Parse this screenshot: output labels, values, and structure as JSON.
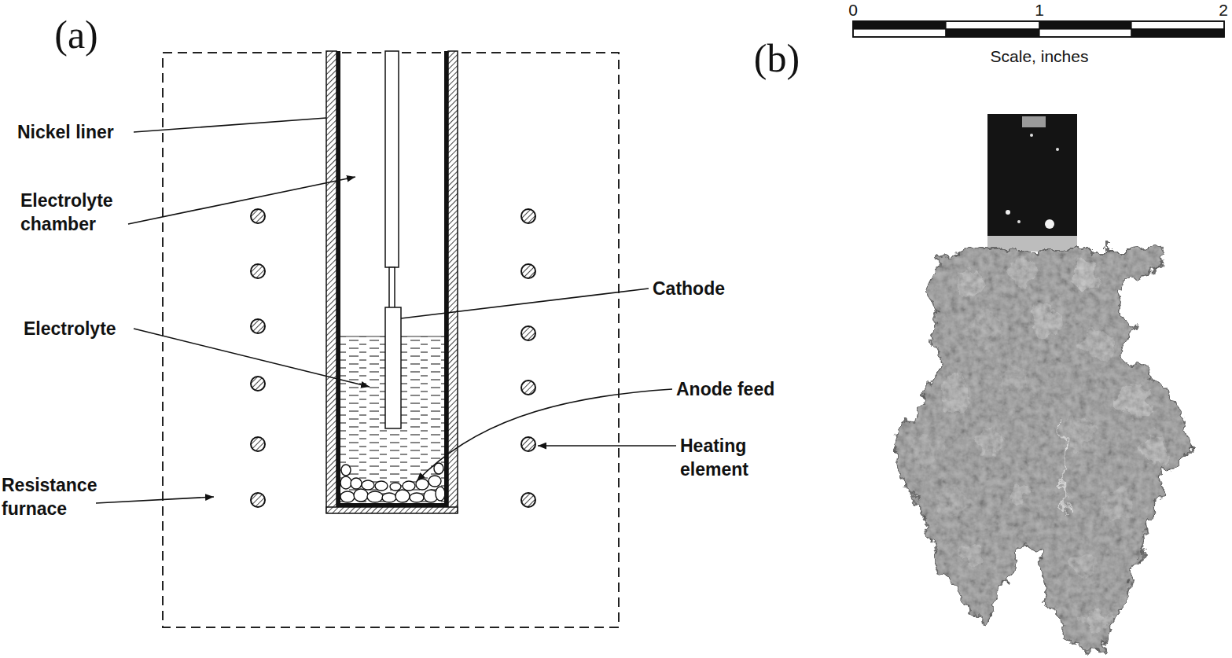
{
  "diagram": {
    "labels": [
      "(a)",
      "Nickel liner",
      "Electrolyte chamber",
      "Cathode",
      "Electrolyte",
      "Anode feed",
      "Heating element",
      "Resistance furnace",
      "(b)",
      "0",
      "1",
      "2",
      "Scale, inches"
    ]
  }
}
